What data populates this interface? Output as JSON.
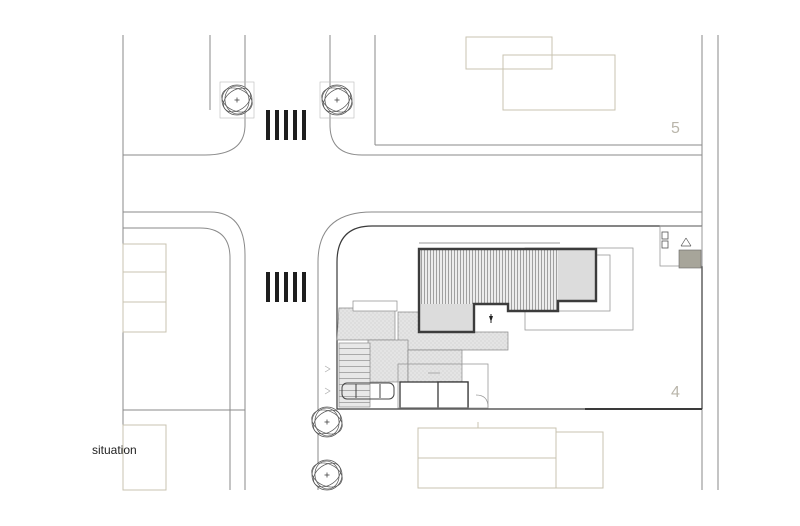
{
  "caption": "situation",
  "lot_numbers": {
    "north_east": "5",
    "site": "4"
  },
  "colors": {
    "line": "#8a8a8a",
    "building_outline": "#3c3c3c",
    "neighbour": "#c9c3b1",
    "hatch_fill": "#dcdcdc",
    "grey_block": "#a7a59a"
  }
}
